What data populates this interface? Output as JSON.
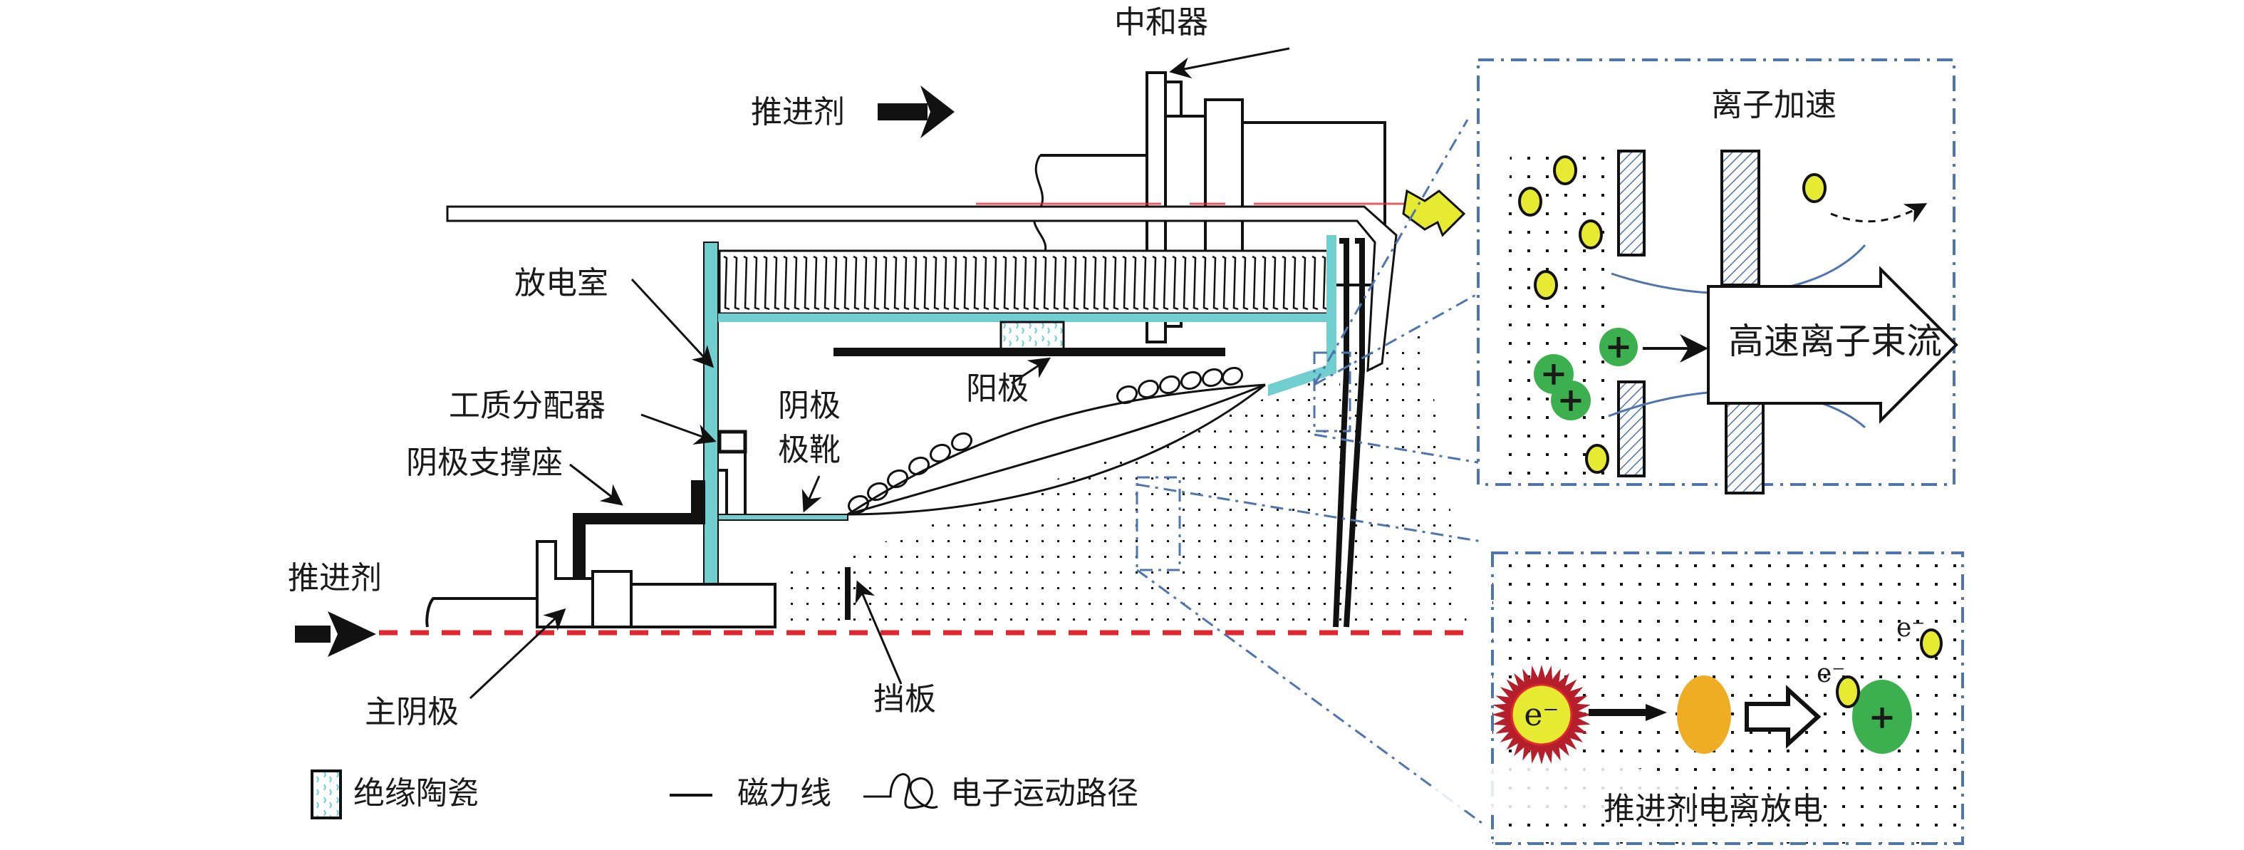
{
  "labels": {
    "propellant_top": "推进剂",
    "neutralizer": "中和器",
    "discharge_chamber": "放电室",
    "propellant_distributor": "工质分配器",
    "cathode_support": "阴极支撑座",
    "cathode_keeper_line1": "阴极",
    "cathode_keeper_line2": "极靴",
    "anode": "阳极",
    "propellant_left": "推进剂",
    "main_cathode": "主阴极",
    "baffle": "挡板"
  },
  "inset_acceleration": {
    "title": "离子加速",
    "beam_label": "高速离子束流",
    "ion_symbol": "+"
  },
  "inset_ionization": {
    "title": "推进剂电离放电",
    "electron_symbol": "e⁻",
    "electron_label_1": "e⁻",
    "electron_label_2": "e⁻",
    "ion_symbol": "+"
  },
  "legend": [
    {
      "icon": "ceramic-swatch",
      "label": "绝缘陶瓷"
    },
    {
      "icon": "line-swatch",
      "label": "磁力线"
    },
    {
      "icon": "electron-path-swatch",
      "label": "电子运动路径"
    }
  ],
  "colors": {
    "chamber": "#72cfd0",
    "axis": "#e0262e",
    "inset_border": "#4f75ad",
    "ion": "#3cb04e",
    "neutral": "#e6ea30",
    "atom": "#efad23",
    "electron_burst": "#b51f2c",
    "grid_fill": "#4f75ad",
    "field_line": "#4f75ad"
  }
}
